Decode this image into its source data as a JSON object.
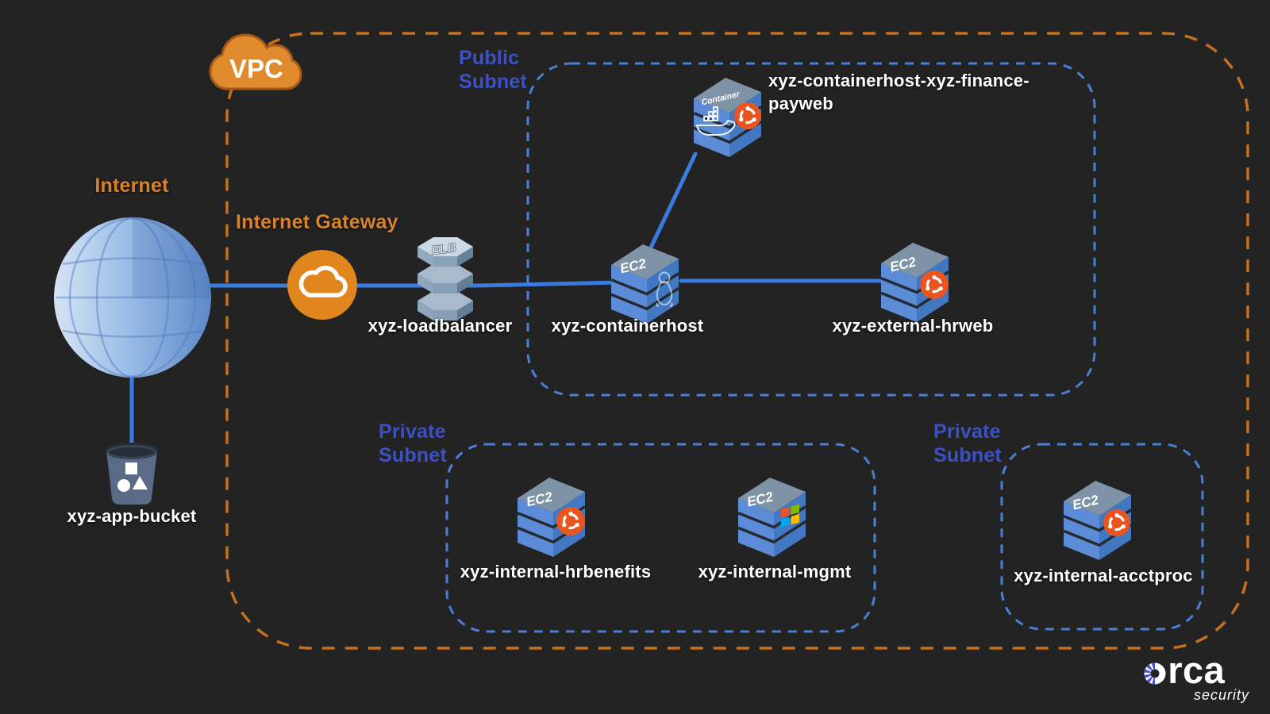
{
  "background": "#232323",
  "palette": {
    "accent_orange": "#D9822B",
    "vpc_border_orange": "#C4701F",
    "subnet_border_blue": "#4A7FD6",
    "subnet_label_blue": "#3C51C6",
    "connection_blue": "#3A7BE0",
    "node_face_blue": "#5C8CD8",
    "ubuntu_orange": "#E9541F",
    "label_white": "#FFFFFF"
  },
  "vpc": {
    "label": "VPC"
  },
  "internet": {
    "label": "Internet"
  },
  "internet_gateway": {
    "label": "Internet Gateway"
  },
  "load_balancer": {
    "label": "xyz-loadbalancer",
    "icon_text": "ELB"
  },
  "s3_bucket": {
    "label": "xyz-app-bucket"
  },
  "subnets": {
    "public": {
      "label": "Public Subnet"
    },
    "private_left": {
      "label": "Private Subnet"
    },
    "private_right": {
      "label": "Private Subnet"
    }
  },
  "nodes": {
    "payweb": {
      "label": "xyz-containerhost-xyz-finance-payweb",
      "label_lines": [
        "xyz-containerhost-xyz-finance-",
        "payweb"
      ],
      "platform": "Container",
      "os": "docker+ubuntu"
    },
    "containerhost": {
      "label": "xyz-containerhost",
      "platform": "EC2",
      "os": "linux"
    },
    "external_hrweb": {
      "label": "xyz-external-hrweb",
      "platform": "EC2",
      "os": "ubuntu"
    },
    "internal_hrbenefits": {
      "label": "xyz-internal-hrbenefits",
      "platform": "EC2",
      "os": "ubuntu"
    },
    "internal_mgmt": {
      "label": "xyz-internal-mgmt",
      "platform": "EC2",
      "os": "windows"
    },
    "internal_acctproc": {
      "label": "xyz-internal-acctproc",
      "platform": "EC2",
      "os": "ubuntu"
    }
  },
  "edges": [
    {
      "from": "internet",
      "to": "xyz-loadbalancer"
    },
    {
      "from": "xyz-loadbalancer",
      "to": "xyz-containerhost"
    },
    {
      "from": "xyz-containerhost",
      "to": "xyz-external-hrweb"
    },
    {
      "from": "xyz-containerhost",
      "to": "xyz-containerhost-xyz-finance-payweb"
    },
    {
      "from": "internet",
      "to": "xyz-app-bucket"
    }
  ],
  "icons": {
    "vpc": "orange-cloud",
    "internet": "globe",
    "internet_gateway": "cloud-in-orange-circle",
    "load_balancer": "elb-hexagon-stack",
    "s3_bucket": "bucket-with-shapes",
    "os_badges": {
      "ubuntu": "ubuntu-circle-of-friends",
      "windows": "windows-four-squares",
      "linux": "tux-outline",
      "docker": "docker-whale"
    }
  },
  "logo": {
    "brand": "orca",
    "sub": "security"
  }
}
